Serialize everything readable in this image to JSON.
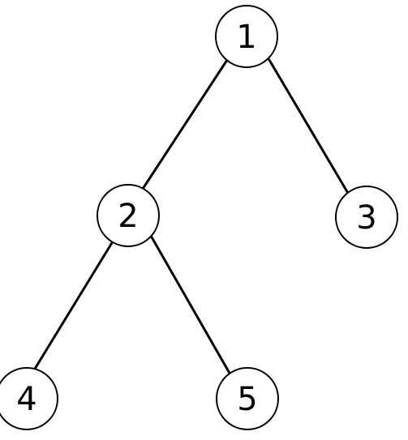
{
  "diagram": {
    "type": "binary-tree",
    "nodes": [
      {
        "id": "1",
        "label": "1"
      },
      {
        "id": "2",
        "label": "2"
      },
      {
        "id": "3",
        "label": "3"
      },
      {
        "id": "4",
        "label": "4"
      },
      {
        "id": "5",
        "label": "5"
      }
    ],
    "edges": [
      {
        "from": "1",
        "to": "2"
      },
      {
        "from": "1",
        "to": "3"
      },
      {
        "from": "2",
        "to": "4"
      },
      {
        "from": "2",
        "to": "5"
      }
    ]
  }
}
